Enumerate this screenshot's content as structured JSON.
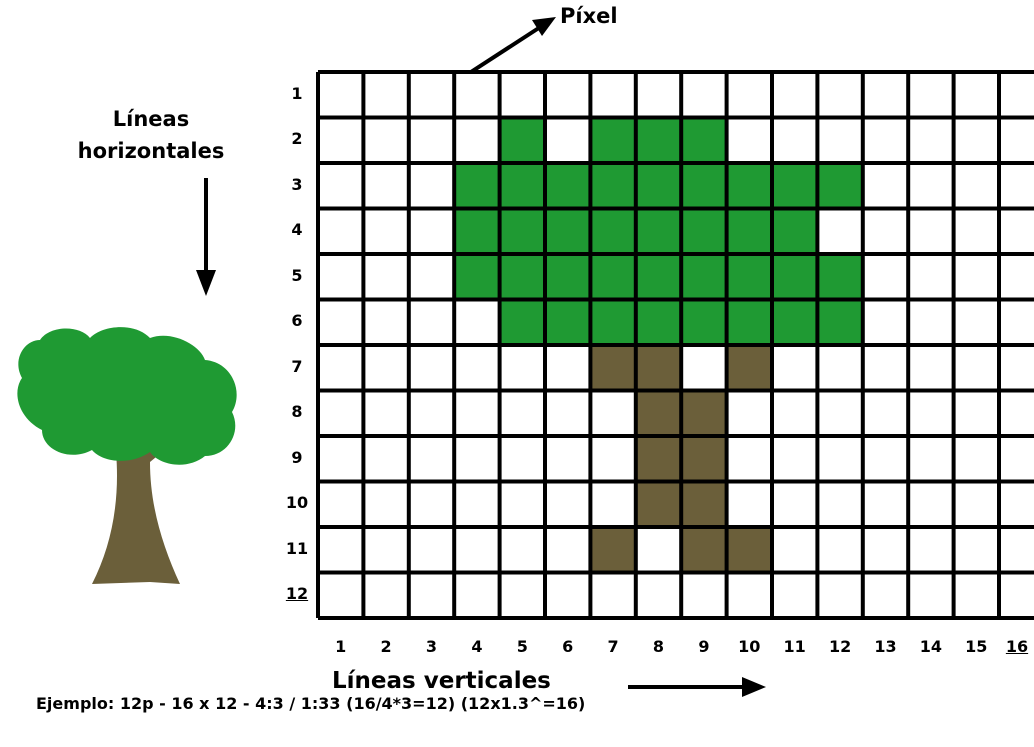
{
  "labels": {
    "pixel": "Píxel",
    "horizontal_lines": "Líneas horizontales",
    "vertical_lines": "Líneas verticales",
    "example": "Ejemplo: 12p - 16 x 12 - 4:3 / 1:33 (16/4*3=12) (12x1.3^=16)"
  },
  "grid": {
    "columns": 16,
    "rows": 12,
    "column_numbers": [
      "1",
      "2",
      "3",
      "4",
      "5",
      "6",
      "7",
      "8",
      "9",
      "10",
      "11",
      "12",
      "13",
      "14",
      "15",
      "16"
    ],
    "row_numbers": [
      "1",
      "2",
      "3",
      "4",
      "5",
      "6",
      "7",
      "8",
      "9",
      "10",
      "11",
      "12"
    ],
    "underlined_column": "16",
    "underlined_row": "12",
    "colors": {
      "G": "#1f9a33",
      "B": "#6b5f3a",
      "W": "#ffffff",
      "lines": "#000000"
    },
    "pattern": [
      "WWWWWWWWWWWWWWWW",
      "WWWWGWGGGWWWWWWW",
      "WWWGGGGGGGGGWWWW",
      "WWWGGGGGGGGWWWWW",
      "WWWGGGGGGGGGWWWW",
      "WWWWGGGGGGGGWWWW",
      "WWWWWWBBWBWWWWWW",
      "WWWWWWWBBWWWWWWW",
      "WWWWWWWBBWWWWWWW",
      "WWWWWWWBBWWWWWWW",
      "WWWWWWBWBBWWWWWW",
      "WWWWWWWWWWWWWWWW"
    ]
  },
  "illustration": {
    "icon": "tree-icon",
    "foliage_color": "#1f9a33",
    "trunk_color": "#6b5f3a"
  }
}
